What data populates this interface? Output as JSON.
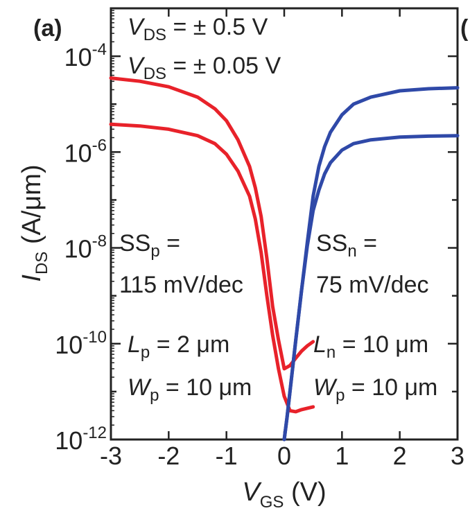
{
  "panel_label": "(a)",
  "right_panel_fragment": "(",
  "colors": {
    "pmos": "#e8222a",
    "nmos": "#2f49a8",
    "axis": "#222222"
  },
  "annotations": {
    "vds_high": {
      "var": "V",
      "sub": "DS",
      "rest": " = ± 0.5 V"
    },
    "vds_low": {
      "var": "V",
      "sub": "DS",
      "rest": " = ± 0.05 V"
    },
    "ssp": {
      "line1_base": "SS",
      "line1_sub": "p",
      "line1_rest": " =",
      "line2": "115 mV/dec"
    },
    "ssn": {
      "line1_base": "SS",
      "line1_sub": "n",
      "line1_rest": " =",
      "line2": "75 mV/dec"
    },
    "lp": {
      "var": "L",
      "sub": "p",
      "rest": " = 2 μm"
    },
    "wp_left": {
      "var": "W",
      "sub": "p",
      "rest": " = 10 μm"
    },
    "ln": {
      "var": "L",
      "sub": "n",
      "rest": " = 10 μm"
    },
    "wp_right": {
      "var": "W",
      "sub": "p",
      "rest": " = 10 μm"
    }
  },
  "chart_data": {
    "type": "line",
    "yscale": "log",
    "xlim": [
      -3,
      3
    ],
    "ylim": [
      1e-12,
      0.001
    ],
    "x_ticks": [
      -3,
      -2,
      -1,
      0,
      1,
      2,
      3
    ],
    "x_tick_labels": [
      "-3",
      "-2",
      "-1",
      "0",
      "1",
      "2",
      "3"
    ],
    "y_major_ticks": [
      1e-12,
      1e-10,
      1e-08,
      1e-06,
      0.0001
    ],
    "y_tick_labels": [
      {
        "base": "10",
        "exp": "-12"
      },
      {
        "base": "10",
        "exp": "-10"
      },
      {
        "base": "10",
        "exp": "-8"
      },
      {
        "base": "10",
        "exp": "-6"
      },
      {
        "base": "10",
        "exp": "-4"
      }
    ],
    "xlabel": {
      "var": "V",
      "sub": "GS",
      "rest": " (V)"
    },
    "ylabel": {
      "var": "I",
      "sub": "DS",
      "rest": " (A/μm)"
    },
    "series": [
      {
        "color": "#e8222a",
        "x": [
          -3,
          -2.5,
          -2,
          -1.5,
          -1.2,
          -1,
          -0.8,
          -0.6,
          -0.5,
          -0.4,
          -0.3,
          -0.2,
          -0.1,
          0,
          0.1,
          0.2,
          0.3,
          0.4,
          0.5
        ],
        "y": [
          3.5e-05,
          3e-05,
          2.3e-05,
          1.4e-05,
          8e-06,
          4.5e-06,
          1.8e-06,
          5e-07,
          1.8e-07,
          4.5e-08,
          6e-09,
          6e-10,
          1.2e-10,
          3e-11,
          3.5e-11,
          5e-11,
          7e-11,
          9e-11,
          1.1e-10
        ]
      },
      {
        "color": "#e8222a",
        "x": [
          -3,
          -2.5,
          -2,
          -1.5,
          -1.2,
          -1,
          -0.8,
          -0.6,
          -0.5,
          -0.4,
          -0.3,
          -0.2,
          -0.1,
          0,
          0.1,
          0.2,
          0.3,
          0.4,
          0.5
        ],
        "y": [
          3.8e-06,
          3.5e-06,
          3e-06,
          2.2e-06,
          1.5e-06,
          9e-07,
          4e-07,
          1.2e-07,
          4e-08,
          8e-09,
          1e-09,
          1.5e-10,
          3e-11,
          8e-12,
          4e-12,
          3.8e-12,
          4.2e-12,
          4.5e-12,
          4.8e-12
        ]
      },
      {
        "color": "#2f49a8",
        "x": [
          0,
          0.05,
          0.1,
          0.2,
          0.3,
          0.4,
          0.5,
          0.6,
          0.7,
          0.8,
          1,
          1.2,
          1.5,
          2,
          2.5,
          3
        ],
        "y": [
          1e-12,
          3e-12,
          1e-11,
          1.2e-10,
          1.3e-09,
          1.3e-08,
          1.2e-07,
          5e-07,
          1.3e-06,
          2.6e-06,
          6e-06,
          1e-05,
          1.4e-05,
          1.9e-05,
          2.1e-05,
          2.2e-05
        ]
      },
      {
        "color": "#2f49a8",
        "x": [
          0,
          0.05,
          0.1,
          0.2,
          0.3,
          0.4,
          0.5,
          0.6,
          0.7,
          0.8,
          1,
          1.2,
          1.5,
          2,
          2.5,
          3
        ],
        "y": [
          1e-12,
          3e-12,
          1e-11,
          1.2e-10,
          1.3e-09,
          1.1e-08,
          6e-08,
          1.6e-07,
          3.5e-07,
          6e-07,
          1.1e-06,
          1.5e-06,
          1.8e-06,
          2.05e-06,
          2.15e-06,
          2.2e-06
        ]
      }
    ]
  }
}
